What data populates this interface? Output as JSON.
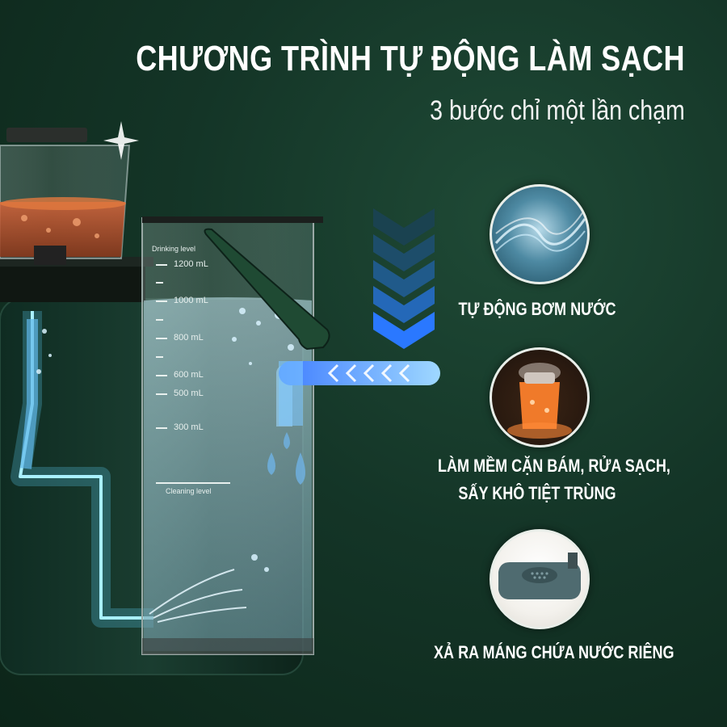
{
  "header": {
    "title": "CHƯƠNG TRÌNH TỰ ĐỘNG LÀM SẠCH",
    "subtitle": "3 bước chỉ một lần chạm"
  },
  "tank": {
    "top_label": "Drinking level",
    "marks": [
      "1200 mL",
      "1000 mL",
      "800 mL",
      "600 mL",
      "500 mL",
      "300 mL"
    ],
    "bottom_label": "Cleaning level"
  },
  "steps": [
    {
      "icon": "water-pump-icon",
      "label": "TỰ ĐỘNG BƠM NƯỚC"
    },
    {
      "icon": "heating-cup-icon",
      "label_line1": "LÀM MỀM CẶN BÁM, RỬA SẠCH,",
      "label_line2": "SẤY KHÔ TIỆT TRÙNG"
    },
    {
      "icon": "drain-tray-icon",
      "label": "XẢ RA MÁNG CHỨA NƯỚC RIÊNG"
    }
  ],
  "colors": {
    "background": "#143527",
    "accent_blue": "#2f7bff",
    "pipe_cyan": "#9fe7ff",
    "tea": "#c4552a"
  }
}
